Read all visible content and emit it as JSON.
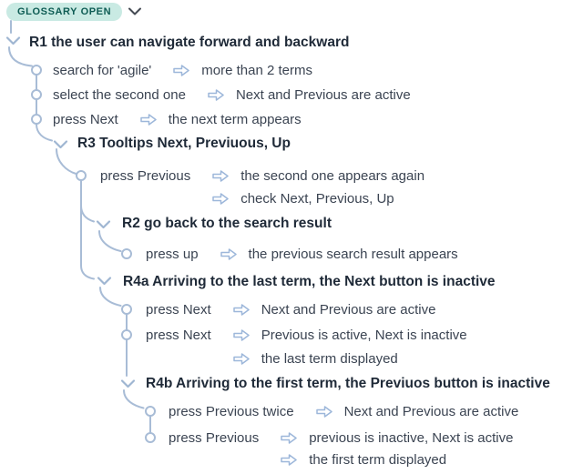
{
  "badge": {
    "label": "GLOSSARY OPEN"
  },
  "tree": {
    "rows": [
      {
        "type": "requirement",
        "label": "R1 the user can navigate forward and backward"
      },
      {
        "type": "step",
        "action": "search for 'agile'",
        "result": "more than 2 terms"
      },
      {
        "type": "step",
        "action": "select the second one",
        "result": "Next and Previous are active"
      },
      {
        "type": "step",
        "action": "press Next",
        "result": "the next term appears"
      },
      {
        "type": "requirement",
        "label": "R3 Tooltips Next, Previuous, Up"
      },
      {
        "type": "step",
        "action": "press Previous",
        "result": "the second one appears again"
      },
      {
        "type": "extra_result",
        "result": "check Next, Previous, Up"
      },
      {
        "type": "requirement",
        "label": "R2 go back to the search result"
      },
      {
        "type": "step",
        "action": "press up",
        "result": "the previous search result appears"
      },
      {
        "type": "requirement",
        "label": "R4a Arriving to the last term, the Next button is inactive"
      },
      {
        "type": "step",
        "action": "press Next",
        "result": "Next and Previous are active"
      },
      {
        "type": "step",
        "action": "press Next",
        "result": "Previous is active, Next is inactive"
      },
      {
        "type": "extra_result",
        "result": "the last term displayed"
      },
      {
        "type": "requirement",
        "label": "R4b Arriving to the first term, the Previuos button is inactive"
      },
      {
        "type": "step",
        "action": "press Previous twice",
        "result": "Next and Previous are active"
      },
      {
        "type": "step",
        "action": "press Previous",
        "result": "previous is inactive, Next is active"
      },
      {
        "type": "extra_result",
        "result": "the first term displayed"
      }
    ]
  },
  "colors": {
    "connector": "#a8bcd6",
    "arrow": "#9db7da",
    "badge_bg": "#c9eae3",
    "badge_text": "#0e5c54",
    "requirement_text": "#1f2a38",
    "step_text": "#3b4452"
  }
}
